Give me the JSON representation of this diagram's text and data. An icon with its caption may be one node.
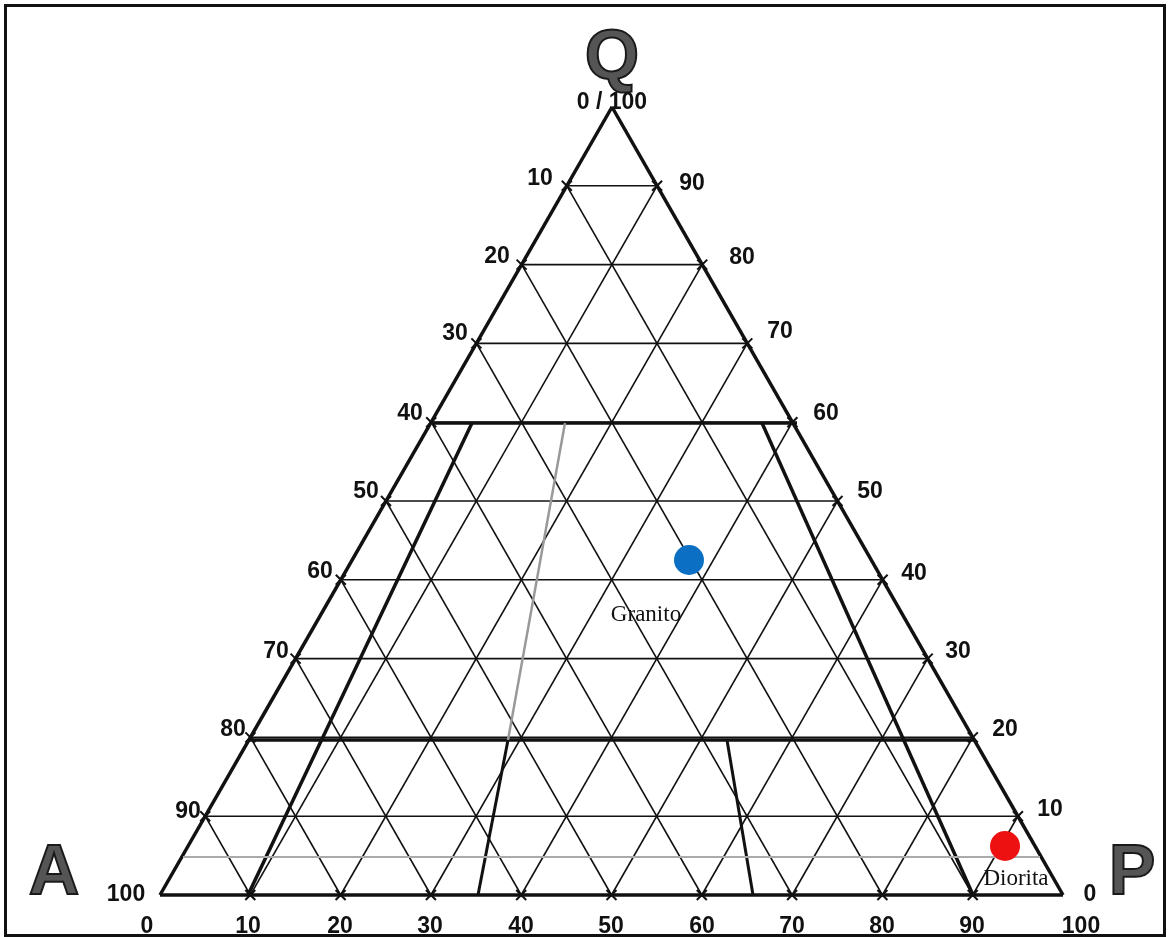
{
  "diagram": {
    "labels": [
      "Q",
      "0 / 100",
      "10",
      "90",
      "20",
      "80",
      "30",
      "70",
      "40",
      "60",
      "50",
      "50",
      "60",
      "40",
      "Granito",
      "70",
      "30",
      "80",
      "20",
      "90",
      "10",
      "Diorita",
      "A",
      "100",
      "0",
      "P",
      "0",
      "10",
      "20",
      "30",
      "40",
      "50",
      "60",
      "70",
      "80",
      "90",
      "100"
    ]
  }
}
